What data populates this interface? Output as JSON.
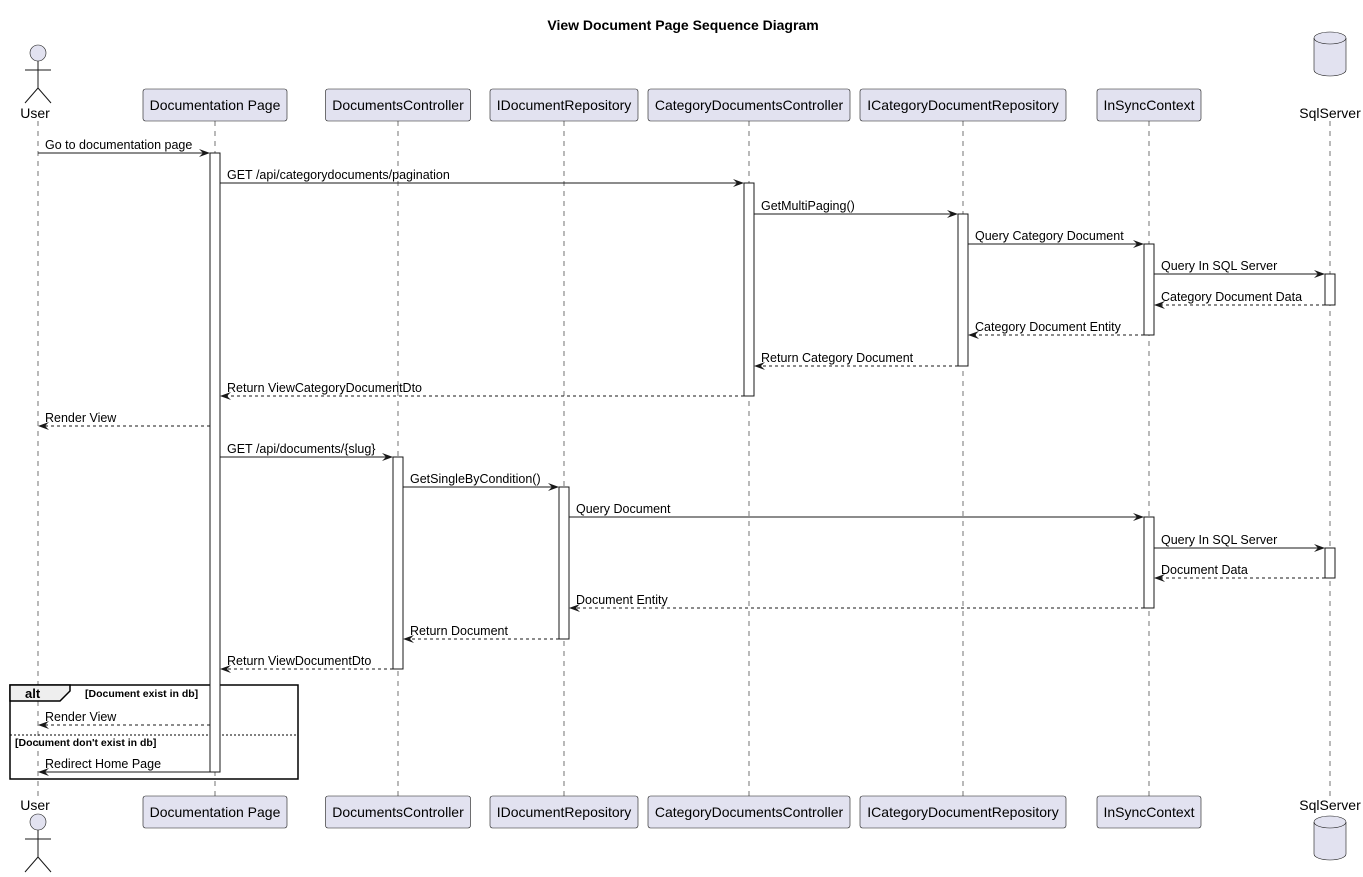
{
  "title": "View Document Page Sequence Diagram",
  "participants": [
    {
      "id": "user",
      "label": "User",
      "kind": "actor"
    },
    {
      "id": "docpage",
      "label": "Documentation Page",
      "kind": "participant"
    },
    {
      "id": "docctrl",
      "label": "DocumentsController",
      "kind": "participant"
    },
    {
      "id": "idocrepo",
      "label": "IDocumentRepository",
      "kind": "participant"
    },
    {
      "id": "catctrl",
      "label": "CategoryDocumentsController",
      "kind": "participant"
    },
    {
      "id": "icatrepo",
      "label": "ICategoryDocumentRepository",
      "kind": "participant"
    },
    {
      "id": "ctx",
      "label": "InSyncContext",
      "kind": "participant"
    },
    {
      "id": "sql",
      "label": "SqlServer",
      "kind": "database"
    }
  ],
  "messages": [
    {
      "from": "user",
      "to": "docpage",
      "label": "Go to documentation page",
      "style": "solid"
    },
    {
      "from": "docpage",
      "to": "catctrl",
      "label": "GET /api/categorydocuments/pagination",
      "style": "solid"
    },
    {
      "from": "catctrl",
      "to": "icatrepo",
      "label": "GetMultiPaging()",
      "style": "solid"
    },
    {
      "from": "icatrepo",
      "to": "ctx",
      "label": "Query Category Document",
      "style": "solid"
    },
    {
      "from": "ctx",
      "to": "sql",
      "label": "Query In SQL Server",
      "style": "solid"
    },
    {
      "from": "sql",
      "to": "ctx",
      "label": "Category Document Data",
      "style": "dashed"
    },
    {
      "from": "ctx",
      "to": "icatrepo",
      "label": "Category Document Entity",
      "style": "dashed"
    },
    {
      "from": "icatrepo",
      "to": "catctrl",
      "label": "Return Category Document",
      "style": "dashed"
    },
    {
      "from": "catctrl",
      "to": "docpage",
      "label": "Return ViewCategoryDocumentDto",
      "style": "dashed"
    },
    {
      "from": "docpage",
      "to": "user",
      "label": "Render View",
      "style": "dashed"
    },
    {
      "from": "docpage",
      "to": "docctrl",
      "label": "GET /api/documents/{slug}",
      "style": "solid"
    },
    {
      "from": "docctrl",
      "to": "idocrepo",
      "label": "GetSingleByCondition()",
      "style": "solid"
    },
    {
      "from": "idocrepo",
      "to": "ctx",
      "label": "Query Document",
      "style": "solid"
    },
    {
      "from": "ctx",
      "to": "sql",
      "label": "Query In SQL Server",
      "style": "solid"
    },
    {
      "from": "sql",
      "to": "ctx",
      "label": "Document Data",
      "style": "dashed"
    },
    {
      "from": "ctx",
      "to": "idocrepo",
      "label": "Document Entity",
      "style": "dashed"
    },
    {
      "from": "idocrepo",
      "to": "docctrl",
      "label": "Return Document",
      "style": "dashed"
    },
    {
      "from": "docctrl",
      "to": "docpage",
      "label": "Return ViewDocumentDto",
      "style": "dashed"
    },
    {
      "from": "docpage",
      "to": "user",
      "label": "Render View",
      "style": "dashed"
    },
    {
      "from": "docpage",
      "to": "user",
      "label": "Redirect Home Page",
      "style": "solid"
    }
  ],
  "alt_frame": {
    "keyword": "alt",
    "condition_1": "[Document exist in db]",
    "condition_2": "[Document don't exist in db]"
  },
  "colors": {
    "participant_fill": "#e2e2f0",
    "line": "#181818"
  }
}
